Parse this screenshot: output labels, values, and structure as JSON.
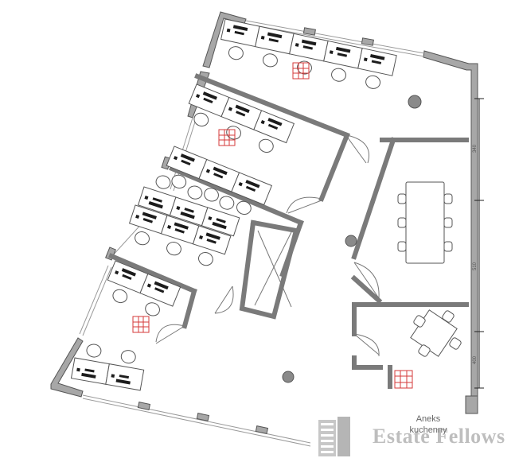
{
  "plan": {
    "room_label": [
      "Aneks",
      "kuchenny"
    ],
    "dimensions": [
      "340",
      "510",
      "400"
    ]
  },
  "watermark": {
    "text": "Estate Fellows",
    "color": "#8a8a8a"
  },
  "colors": {
    "wall": "#a7a7a7",
    "grid_icon": "#d43a3a",
    "equipment": "#1c1c1c"
  }
}
